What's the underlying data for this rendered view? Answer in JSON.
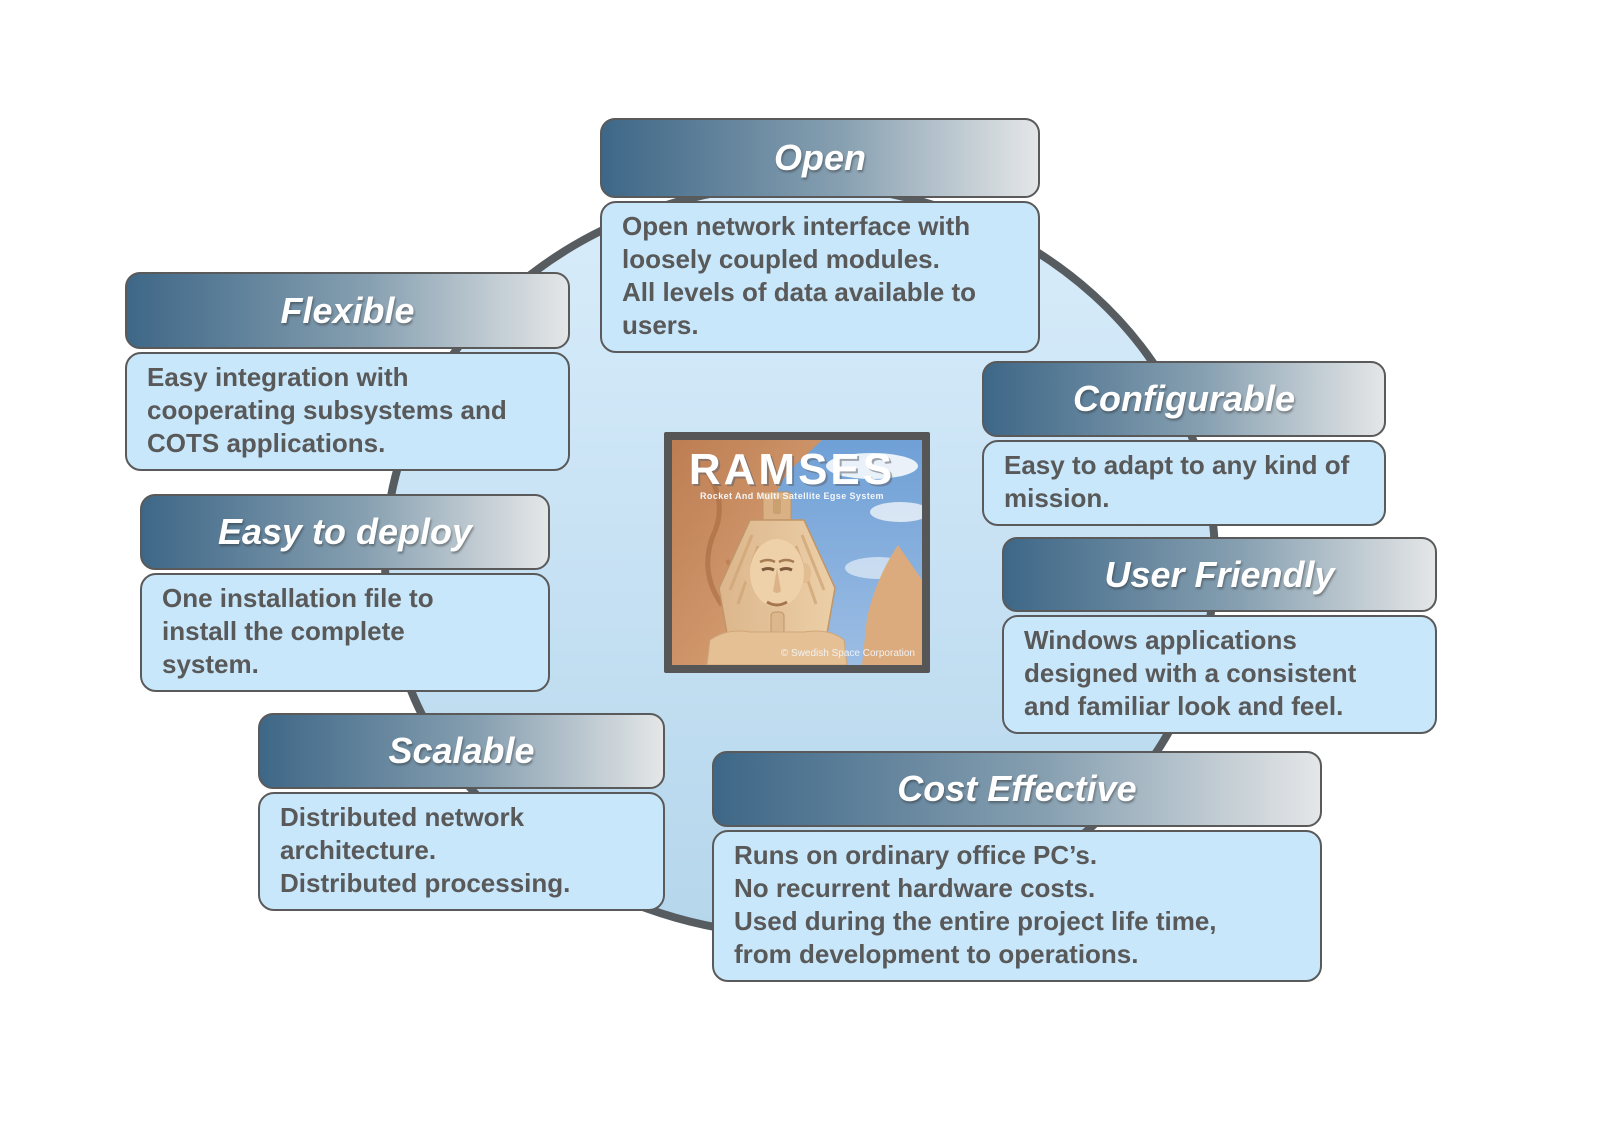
{
  "features": [
    {
      "title": "Open",
      "body": "Open network interface with\nloosely coupled modules.\nAll levels of data available to\nusers."
    },
    {
      "title": "Flexible",
      "body": "Easy integration with\ncooperating subsystems and\nCOTS applications."
    },
    {
      "title": "Easy to deploy",
      "body": "One installation file to\ninstall the complete\nsystem."
    },
    {
      "title": "Scalable",
      "body": "Distributed network\narchitecture.\nDistributed processing."
    },
    {
      "title": "Configurable",
      "body": "Easy to adapt to any kind of\nmission."
    },
    {
      "title": "User Friendly",
      "body": "Windows applications\ndesigned with a consistent\nand familiar look and feel."
    },
    {
      "title": "Cost Effective",
      "body": "Runs on ordinary office PC’s.\nNo recurrent hardware costs.\nUsed during the entire project life time,\nfrom development to operations."
    }
  ],
  "center": {
    "logo_title": "RAMSES",
    "logo_subtitle": "Rocket And Multi Satellite Egse System",
    "copyright": "© Swedish Space Corporation"
  },
  "colors": {
    "header-grad-left": "#3e6787",
    "header-grad-mid": "#87a0b1",
    "header-grad-right": "#e4e6e7",
    "header-text": "#ffffff",
    "box-border": "#5a5a5a",
    "body-bg": "#c8e7fb",
    "body-text": "#595959",
    "ring-stroke": "#575c60",
    "ring-fill-top": "#d9edfb",
    "ring-fill-bottom": "#b5d6ec"
  }
}
